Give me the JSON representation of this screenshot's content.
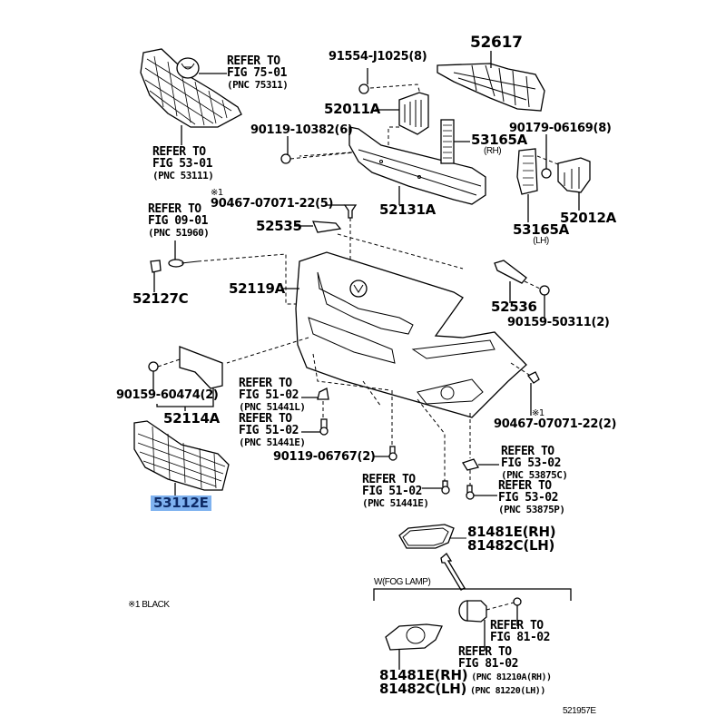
{
  "diagram": {
    "title_code": "521957E",
    "note": "※1 BLACK",
    "labels": {
      "grille_emblem_ref": {
        "line1": "REFER TO",
        "line2": "FIG 75-01",
        "line3": "(PNC 75311)"
      },
      "upper_grille_ref": {
        "line1": "REFER TO",
        "line2": "FIG 53-01",
        "line3": "(PNC 53111)"
      },
      "bolt_91554": "91554-J1025(8)",
      "p52617": "52617",
      "p52011A": "52011A",
      "bolt_90119_10382": "90119-10382(6)",
      "p53165A_rh": {
        "part": "53165A",
        "side": "(RH)"
      },
      "bolt_90179": "90179-06169(8)",
      "p52131A": "52131A",
      "p53165A_lh": {
        "part": "53165A",
        "side": "(LH)"
      },
      "p52012A": "52012A",
      "wiring_ref": {
        "line1": "REFER TO",
        "line2": "FIG 09-01",
        "line3": "(PNC 51960)"
      },
      "clip_90467_5": {
        "mark": "※1",
        "part": "90467-07071-22(5)"
      },
      "p52535": "52535",
      "p52127C": "52127C",
      "p52119A": "52119A",
      "p52536": "52536",
      "bolt_90159_50311": "90159-50311(2)",
      "bolt_90159_60474": "90159-60474(2)",
      "p52114A": "52114A",
      "ref_51441L": {
        "line1": "REFER TO",
        "line2": "FIG 51-02",
        "line3": "(PNC 51441L)"
      },
      "ref_51441E_a": {
        "line1": "REFER TO",
        "line2": "FIG 51-02",
        "line3": "(PNC 51441E)"
      },
      "clip_90467_2": {
        "mark": "※1",
        "part": "90467-07071-22(2)"
      },
      "bolt_90119_06767": "90119-06767(2)",
      "p53112E": "53112E",
      "ref_53875C": {
        "line1": "REFER TO",
        "line2": "FIG 53-02",
        "line3": "(PNC 53875C)"
      },
      "ref_51441E_b": {
        "line1": "REFER TO",
        "line2": "FIG 51-02",
        "line3": "(PNC 51441E)"
      },
      "ref_53875P": {
        "line1": "REFER TO",
        "line2": "FIG 53-02",
        "line3": "(PNC 53875P)"
      },
      "cover_upper": {
        "rh": "81481E(RH)",
        "lh": "81482C(LH)"
      },
      "fog_lamp_group": "W(FOG LAMP)",
      "fog_ref_bulb": {
        "line1": "REFER TO",
        "line2": "FIG 81-02"
      },
      "fog_ref_lamp": {
        "line1": "REFER TO",
        "line2": "FIG 81-02"
      },
      "cover_lower": {
        "rh": "81481E(RH)",
        "lh": "81482C(LH)",
        "pnc_rh": "(PNC 81210A(RH))",
        "pnc_lh": "(PNC 81220(LH))"
      }
    },
    "highlight_color": "#7fb2ef",
    "highlighted_part": "53112E"
  }
}
